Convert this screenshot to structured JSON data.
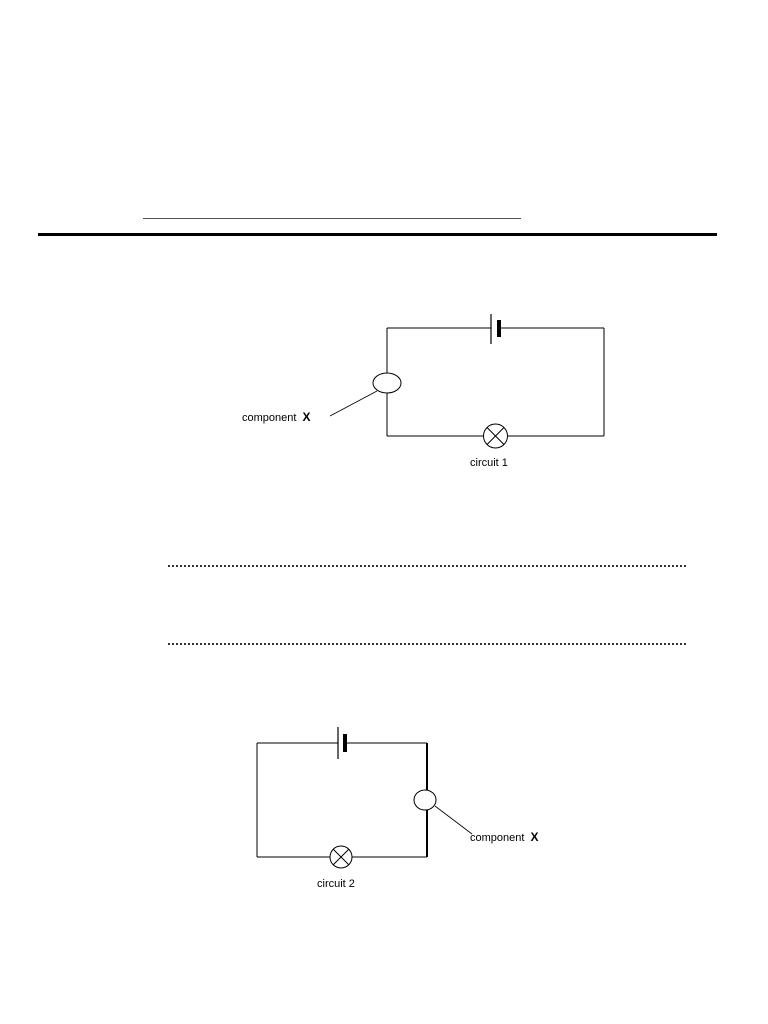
{
  "circuit1": {
    "caption": "circuit 1",
    "component_label": "component",
    "component_letter": "X"
  },
  "circuit2": {
    "caption": "circuit 2",
    "component_label": "component",
    "component_letter": "X"
  },
  "icons": {
    "cell": "cell-icon",
    "lamp": "lamp-icon",
    "component": "component-x-icon"
  }
}
